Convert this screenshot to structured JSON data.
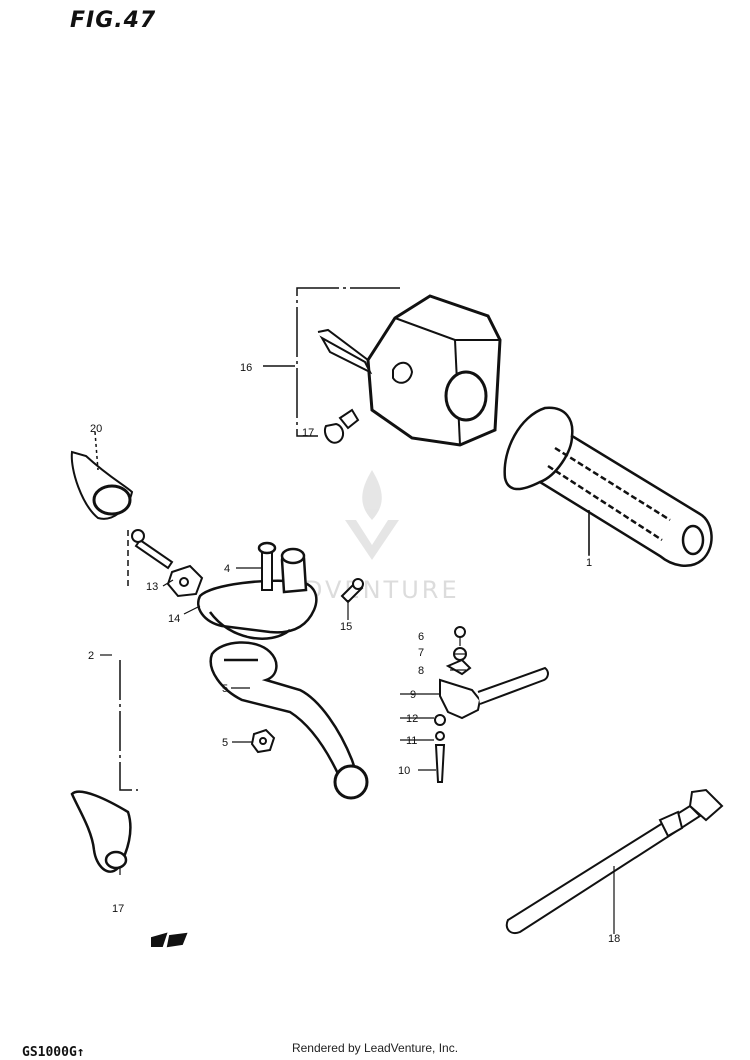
{
  "figure": {
    "title": "FIG.47",
    "footer": "Rendered by LeadVenture, Inc.",
    "model_code": "GS1000G↑"
  },
  "watermark": {
    "text": "LEADVENTURE",
    "color": "#d9d9d9"
  },
  "callouts": {
    "c1": "1",
    "c4": "4",
    "c5a": "5",
    "c5b": "5",
    "c6": "6",
    "c7": "7",
    "c8": "8",
    "c9": "9",
    "c10": "10",
    "c11": "11",
    "c12": "12",
    "c13": "13",
    "c14": "14",
    "c15": "15",
    "c16": "16",
    "c17a": "17",
    "c17b": "17",
    "c18": "18",
    "c20": "20",
    "c2": "2"
  },
  "colors": {
    "ink": "#111111",
    "paper": "#ffffff"
  }
}
